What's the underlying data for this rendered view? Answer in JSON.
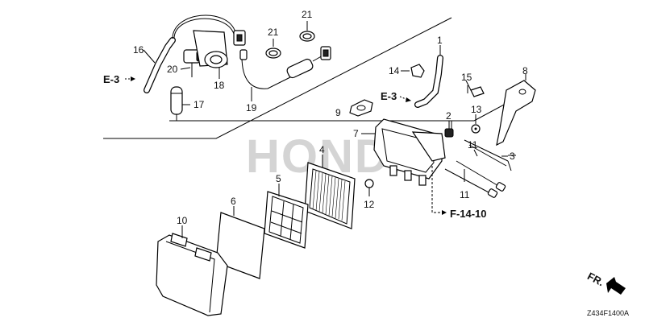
{
  "diagram": {
    "watermark": "HONDA",
    "drawing_code": "Z434F1400A",
    "front_indicator": "FR.",
    "references": [
      {
        "id": "ref-e3-upper",
        "text": "E-3"
      },
      {
        "id": "ref-e3-lower",
        "text": "E-3"
      },
      {
        "id": "ref-f1410",
        "text": "F-14-10"
      }
    ],
    "part_numbers": {
      "p1": "1",
      "p2": "2",
      "p3": "3",
      "p4": "4",
      "p5": "5",
      "p6": "6",
      "p7": "7",
      "p8": "8",
      "p9": "9",
      "p10": "10",
      "p11a": "11",
      "p11b": "11",
      "p12": "12",
      "p13": "13",
      "p14": "14",
      "p15": "15",
      "p16": "16",
      "p17": "17",
      "p18": "18",
      "p19": "19",
      "p20": "20",
      "p21a": "21",
      "p21b": "21"
    }
  }
}
